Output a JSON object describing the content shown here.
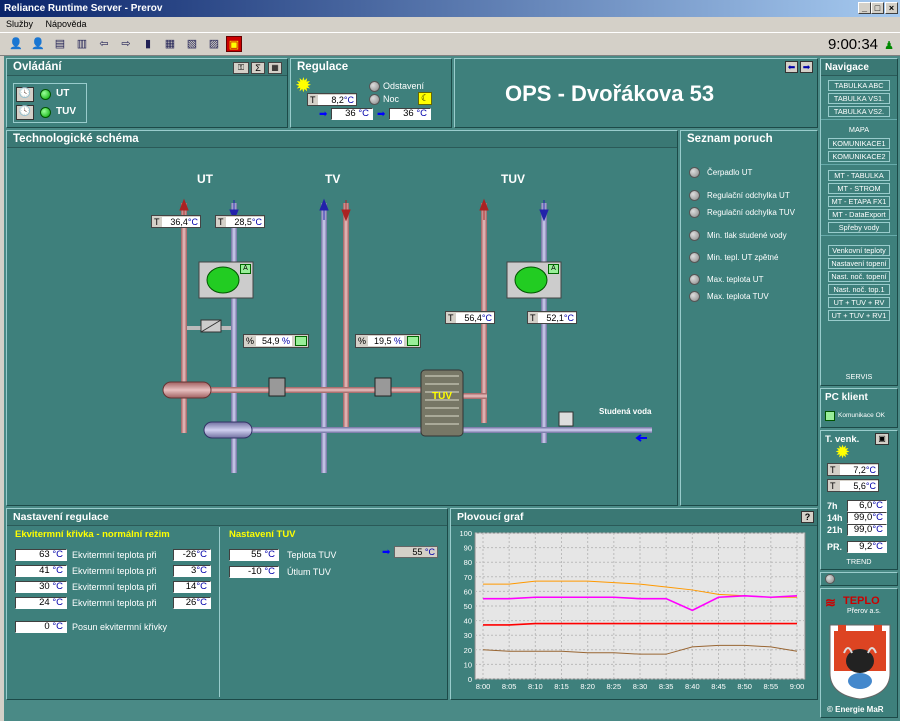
{
  "window": {
    "title": "Reliance Runtime Server - Prerov"
  },
  "menu": [
    "Služby",
    "Nápověda"
  ],
  "toolbar": {
    "clock": "9:00:34"
  },
  "ovladani": {
    "title": "Ovládání",
    "items": [
      "UT",
      "TUV"
    ]
  },
  "regulace": {
    "title": "Regulace",
    "temp": "8,2",
    "unit": "°C",
    "t_label": "T",
    "opt1": "Odstavení",
    "opt2": "Noc",
    "val1": "36",
    "val2": "36"
  },
  "header": {
    "title": "OPS - Dvořákova 53"
  },
  "navigace": {
    "title": "Navigace",
    "items1": [
      "TABULKA ABC",
      "TABULKA VS1.",
      "TABULKA VS2."
    ],
    "items2": [
      "MAPA",
      "KOMUNIKACE1",
      "KOMUNIKACE2"
    ],
    "items3": [
      "MT - TABULKA",
      "MT - STROM",
      "MT - ETAPA FX1",
      "MT - DataExport",
      "Spřeby vody"
    ],
    "items4": [
      "Venkovní teploty",
      "Nastavení topení",
      "Nast. noč. topení",
      "Nast. noč. top.1",
      "UT + TUV + RV",
      "UT + TUV + RV1"
    ],
    "servis": "SERVIS"
  },
  "scheme": {
    "title": "Technologické schéma",
    "ut": "UT",
    "tv": "TV",
    "tuv": "TUV",
    "t1": "36,4",
    "t2": "28,5",
    "t3": "56,4",
    "t4": "52,1",
    "v1": "54,9",
    "v2": "19,5",
    "pct": "%",
    "t_label": "T",
    "unit": "°C",
    "hx": "TUV",
    "cold": "Studená voda",
    "pump_a": "A"
  },
  "poruchy": {
    "title": "Seznam poruch",
    "items": [
      "Čerpadlo UT",
      "Regulační odchylka UT",
      "Regulační odchylka TUV",
      "Min. tlak studené vody",
      "Min. tepl. UT zpětné",
      "Max. teplota UT",
      "Max. teplota TUV"
    ]
  },
  "pcklient": {
    "title": "PC klient",
    "status": "Komunikace OK"
  },
  "tvenk": {
    "title": "T. venk.",
    "t1": "7,2",
    "t2": "5,6",
    "rows": [
      {
        "l": "7h",
        "v": "6,0"
      },
      {
        "l": "14h",
        "v": "99,0"
      },
      {
        "l": "21h",
        "v": "99,0"
      },
      {
        "l": "PR.",
        "v": "9,2"
      }
    ],
    "trend": "TREND",
    "unit": "°C",
    "t_label": "T"
  },
  "logo": {
    "brand": "TEPLO",
    "sub": "Přerov a.s.",
    "copy": "© Energie MaR"
  },
  "nastaveni": {
    "title": "Nastavení regulace",
    "curve_title": "Ekvitermní křivka - normální režim",
    "rows": [
      {
        "a": "63",
        "label": "Ekvitermní teplota při",
        "b": "-26"
      },
      {
        "a": "41",
        "label": "Ekvitermní teplota při",
        "b": "3"
      },
      {
        "a": "30",
        "label": "Ekvitermní teplota při",
        "b": "14"
      },
      {
        "a": "24",
        "label": "Ekvitermní teplota při",
        "b": "26"
      }
    ],
    "posun": "0",
    "posun_label": "Posun ekvitermní křivky",
    "tuv_title": "Nastavení TUV",
    "tuv_rows": [
      {
        "v": "55",
        "label": "Teplota TUV"
      },
      {
        "v": "-10",
        "label": "Útlum TUV"
      }
    ],
    "tuv_actual": "55",
    "unit": "°C"
  },
  "graf": {
    "title": "Plovoucí graf",
    "help": "?"
  },
  "chart_data": {
    "type": "line",
    "x": [
      "8:00",
      "8:05",
      "8:10",
      "8:15",
      "8:20",
      "8:25",
      "8:30",
      "8:35",
      "8:40",
      "8:45",
      "8:50",
      "8:55",
      "9:00"
    ],
    "ylim": [
      0,
      100
    ],
    "yticks": [
      0,
      10,
      20,
      30,
      40,
      50,
      60,
      70,
      80,
      90,
      100
    ],
    "series": [
      {
        "color": "#ff9900",
        "values": [
          65,
          65,
          67,
          67,
          67,
          66,
          65,
          63,
          61,
          58,
          57,
          56,
          56
        ]
      },
      {
        "color": "#ff00ff",
        "values": [
          55,
          55,
          56,
          56,
          56,
          56,
          55,
          55,
          47,
          56,
          57,
          56,
          57
        ]
      },
      {
        "color": "#ff0000",
        "values": [
          37,
          37,
          38,
          38,
          38,
          38,
          38,
          38,
          38,
          38,
          38,
          38,
          38
        ]
      },
      {
        "color": "#996633",
        "values": [
          20,
          19,
          19,
          19,
          18,
          18,
          17,
          17,
          22,
          23,
          23,
          22,
          19
        ]
      }
    ]
  }
}
